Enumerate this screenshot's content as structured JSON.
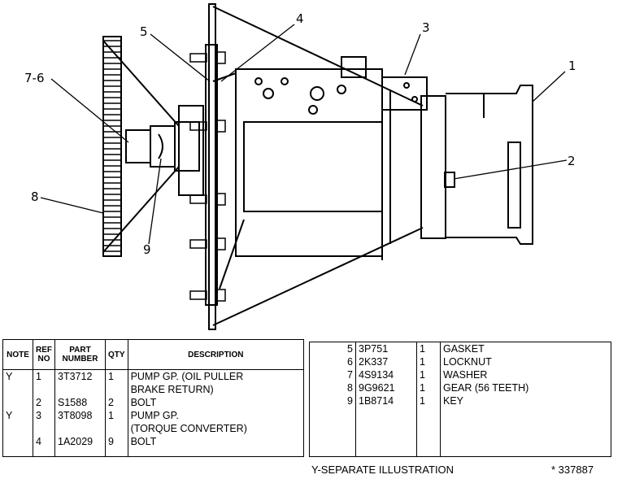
{
  "callouts": {
    "c1": "1",
    "c2": "2",
    "c3": "3",
    "c4": "4",
    "c5": "5",
    "c76": "7-6",
    "c8": "8",
    "c9": "9"
  },
  "left_table": {
    "headers": {
      "note": "NOTE",
      "ref_no": [
        "REF",
        "NO"
      ],
      "part_number": [
        "PART",
        "NUMBER"
      ],
      "qty": "QTY",
      "description": "DESCRIPTION"
    },
    "rows": [
      {
        "note": "Y",
        "ref": "1",
        "part": "3T3712",
        "qty": "1",
        "desc": "PUMP GP. (OIL PULLER",
        "desc2": "BRAKE RETURN)"
      },
      {
        "note": "",
        "ref": "2",
        "part": "S1588",
        "qty": "2",
        "desc": "BOLT",
        "desc2": ""
      },
      {
        "note": "Y",
        "ref": "3",
        "part": "3T8098",
        "qty": "1",
        "desc": "PUMP GP.",
        "desc2": "(TORQUE CONVERTER)"
      },
      {
        "note": "",
        "ref": "4",
        "part": "1A2029",
        "qty": "9",
        "desc": "BOLT",
        "desc2": ""
      }
    ]
  },
  "right_table": {
    "rows": [
      {
        "ref": "5",
        "part": "3P751",
        "qty": "1",
        "desc": "GASKET"
      },
      {
        "ref": "6",
        "part": "2K337",
        "qty": "1",
        "desc": "LOCKNUT"
      },
      {
        "ref": "7",
        "part": "4S9134",
        "qty": "1",
        "desc": "WASHER"
      },
      {
        "ref": "8",
        "part": "9G9621",
        "qty": "1",
        "desc": "GEAR (56 TEETH)"
      },
      {
        "ref": "9",
        "part": "1B8714",
        "qty": "1",
        "desc": "KEY"
      }
    ]
  },
  "footer": {
    "legend": "Y-SEPARATE ILLUSTRATION",
    "illustration_number": "* 337887"
  }
}
